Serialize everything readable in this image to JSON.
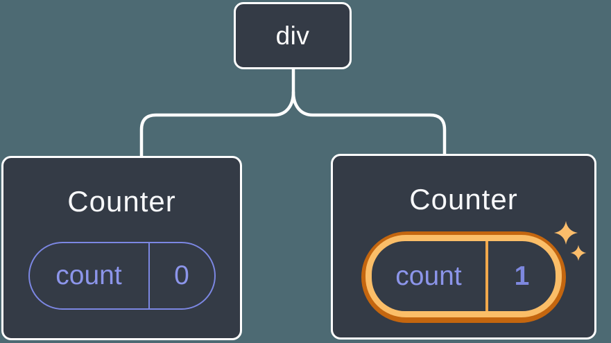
{
  "diagram": {
    "root": {
      "label": "div"
    },
    "left_counter": {
      "title": "Counter",
      "state_key": "count",
      "state_value": "0",
      "highlighted": false
    },
    "right_counter": {
      "title": "Counter",
      "state_key": "count",
      "state_value": "1",
      "highlighted": true
    }
  },
  "icons": {
    "sparkles": "sparkle-icon"
  },
  "colors": {
    "background": "#4D6A73",
    "node_background": "#343B46",
    "node_border": "#FFFFFF",
    "connector_line": "#FFFFFF",
    "title_text": "#F7F8FA",
    "state_accent": "#8C95EA",
    "state_pill_border": "#7C87E3",
    "highlight_ring_outer": "#C4660F",
    "highlight_ring_inner": "#FBBE68",
    "highlight_divider": "#F2A94C",
    "highlight_value_text": "#7E88DF",
    "sparkle": "#FBBD6B"
  }
}
